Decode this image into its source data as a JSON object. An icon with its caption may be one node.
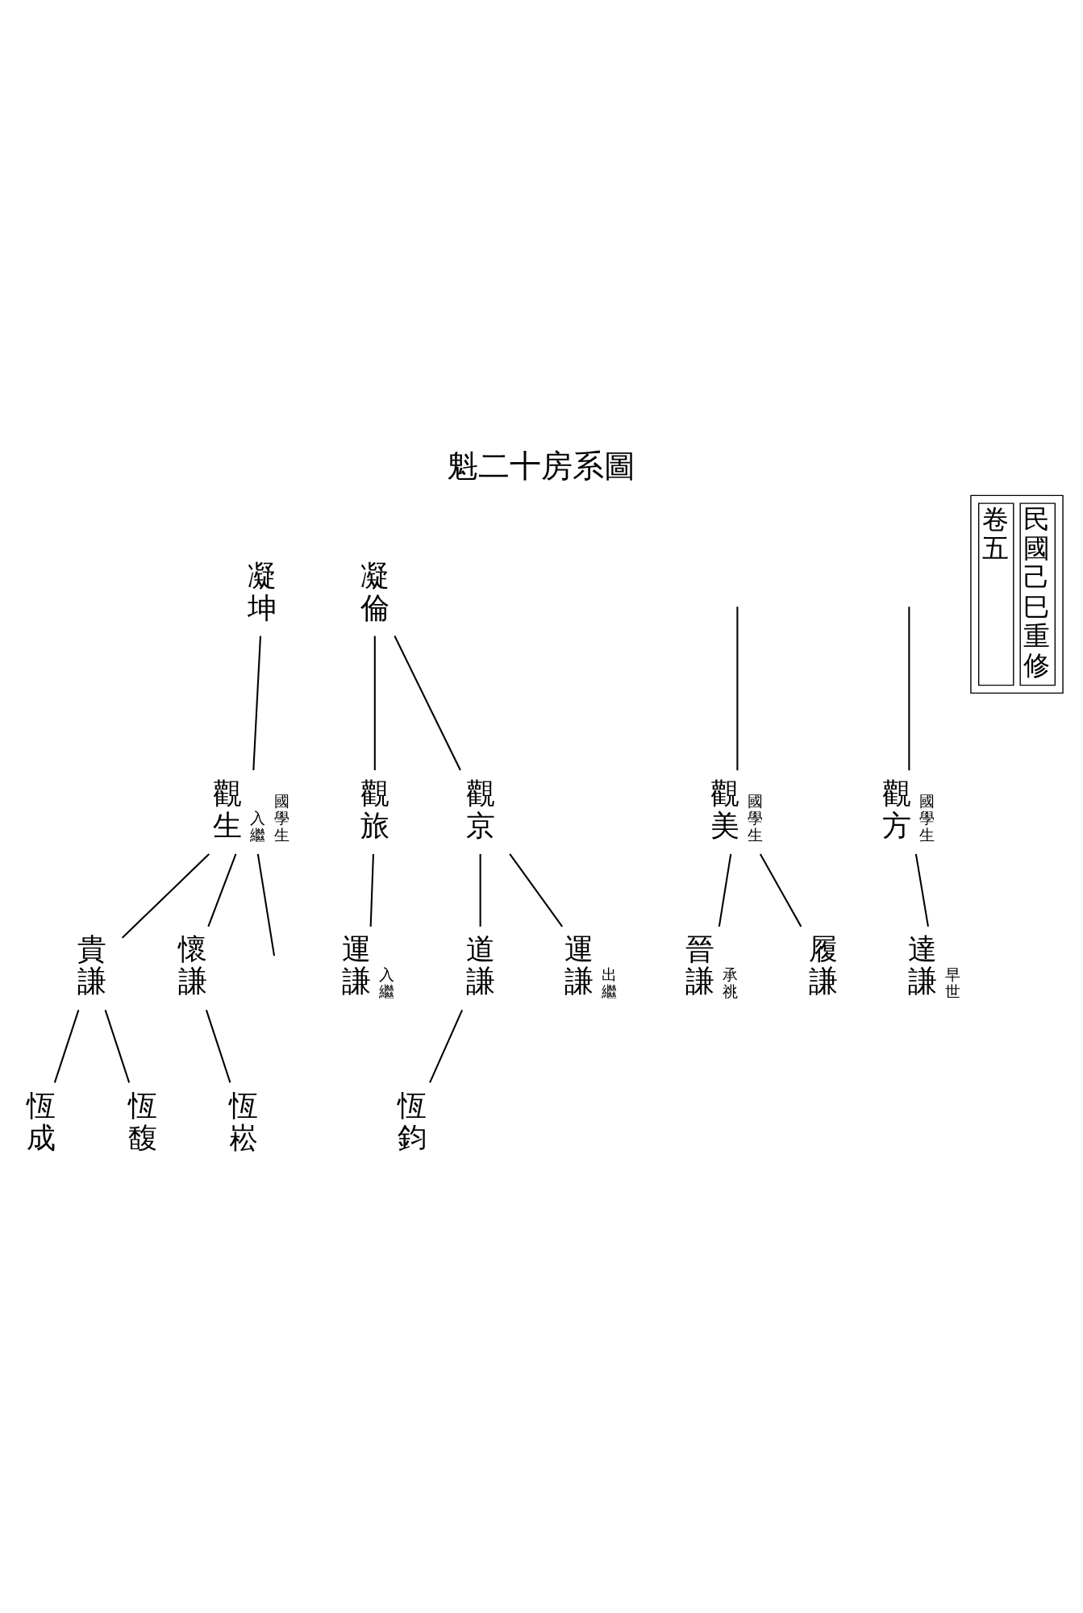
{
  "diagram": {
    "title": "魁二十房系圖",
    "nodes": [
      {
        "text": [
          "凝坤"
        ]
      },
      {
        "text": [
          "凝倫"
        ]
      },
      {
        "text": [
          "觀生"
        ],
        "beside": [
          "入繼",
          "國學生"
        ]
      },
      {
        "text": [
          "觀旅"
        ]
      },
      {
        "text": [
          "觀京"
        ]
      },
      {
        "text": [
          "觀美"
        ],
        "beside": [
          "國學生"
        ]
      },
      {
        "text": [
          "觀方"
        ],
        "beside": [
          "國學生"
        ]
      },
      {
        "text": [
          "貴謙"
        ]
      },
      {
        "text": [
          "懷謙"
        ]
      },
      {
        "text": [
          "運謙"
        ],
        "beside": [
          "入繼"
        ]
      },
      {
        "text": [
          "道謙"
        ]
      },
      {
        "text": [
          "運謙"
        ],
        "beside": [
          "出繼"
        ]
      },
      {
        "text": [
          "晉謙"
        ],
        "beside": [
          "承祧"
        ]
      },
      {
        "text": [
          "履謙"
        ]
      },
      {
        "text": [
          "達謙"
        ],
        "beside": [
          "早世"
        ]
      },
      {
        "text": [
          "恆成"
        ]
      },
      {
        "text": [
          "恆馥"
        ]
      },
      {
        "text": [
          "恆崧"
        ]
      },
      {
        "text": [
          "恆鈞"
        ]
      }
    ],
    "edges": [
      {
        "from": null,
        "to": 6,
        "arrow": "none"
      },
      {
        "from": null,
        "to": 5,
        "arrow": "none"
      },
      {
        "from": 1,
        "to": 4,
        "arrow": "none"
      },
      {
        "from": 1,
        "to": 3,
        "arrow": "none"
      },
      {
        "from": 0,
        "to": 2,
        "arrow": "none"
      },
      {
        "from": 6,
        "to": 14,
        "arrow": "none"
      },
      {
        "from": 5,
        "to": 13,
        "arrow": "none"
      },
      {
        "from": 5,
        "to": 12,
        "arrow": "none"
      },
      {
        "from": 4,
        "to": 11,
        "arrow": "none"
      },
      {
        "from": 4,
        "to": 10,
        "arrow": "none"
      },
      {
        "from": 3,
        "to": 9,
        "arrow": "none"
      },
      {
        "from": 2,
        "to": 8,
        "arrow": "none"
      },
      {
        "from": 2,
        "to": 7,
        "arrow": "none"
      },
      {
        "from": 2,
        "to": null,
        "arrow": "none"
      },
      {
        "from": 10,
        "to": 18,
        "arrow": "none"
      },
      {
        "from": 8,
        "to": 17,
        "arrow": "none"
      },
      {
        "from": 7,
        "to": 16,
        "arrow": "none"
      },
      {
        "from": 7,
        "to": 15,
        "arrow": "none"
      }
    ],
    "labels": [
      "卷五",
      "民國己巳重修"
    ]
  }
}
